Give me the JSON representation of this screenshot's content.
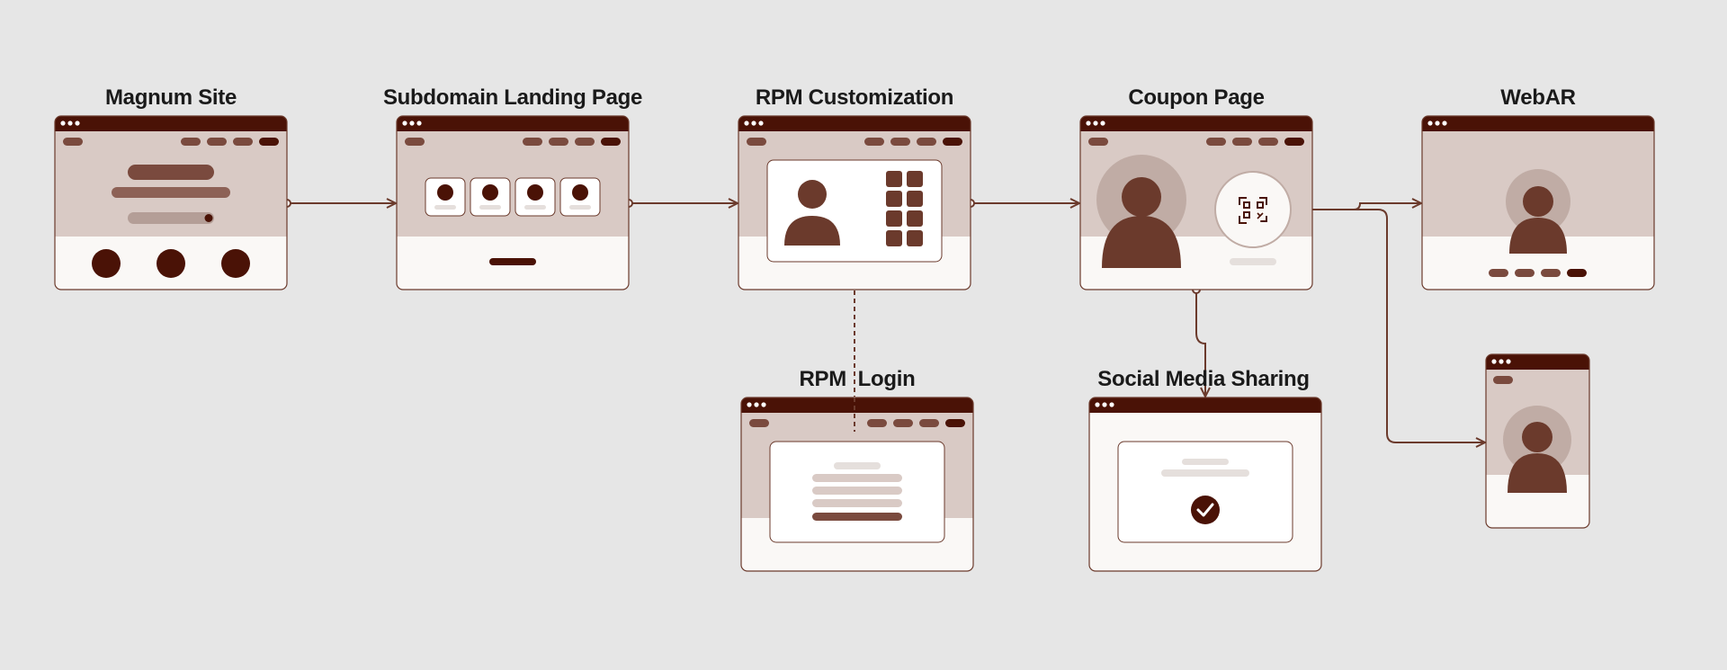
{
  "colors": {
    "background": "#e6e6e6",
    "frame_header": "#4a1206",
    "frame_border": "#6b3a2c",
    "panel_tint": "#d9cac5",
    "panel_light": "#faf8f6",
    "pill_mid": "#7a4a3e",
    "pill_dark": "#4a1206",
    "avatar": "#6b3a2c",
    "avatar_halo": "#c0aca5",
    "placeholder_light": "#e5dfdc",
    "connector": "#6b3a2c"
  },
  "nodes": {
    "magnum_site": {
      "title": "Magnum Site"
    },
    "subdomain_landing": {
      "title": "Subdomain Landing Page"
    },
    "rpm_customization": {
      "title": "RPM Customization"
    },
    "coupon_page": {
      "title": "Coupon Page"
    },
    "webar": {
      "title": "WebAR"
    },
    "rpm_login": {
      "title": "RPM  Login"
    },
    "social_sharing": {
      "title": "Social Media Sharing"
    },
    "mobile_view": {
      "title": ""
    }
  },
  "icons": {
    "qr": "qr-code-icon",
    "check": "checkmark-icon",
    "avatar": "user-avatar-icon"
  },
  "connectors": [
    {
      "from": "magnum_site",
      "to": "subdomain_landing",
      "style": "solid-arrow"
    },
    {
      "from": "subdomain_landing",
      "to": "rpm_customization",
      "style": "solid-arrow"
    },
    {
      "from": "rpm_customization",
      "to": "coupon_page",
      "style": "solid-arrow"
    },
    {
      "from": "coupon_page",
      "to": "webar",
      "style": "solid-arrow"
    },
    {
      "from": "coupon_page",
      "to": "mobile_view",
      "style": "solid-arrow"
    },
    {
      "from": "coupon_page",
      "to": "social_sharing",
      "style": "solid-arrow"
    },
    {
      "from": "rpm_customization",
      "to": "rpm_login",
      "style": "dashed"
    }
  ]
}
